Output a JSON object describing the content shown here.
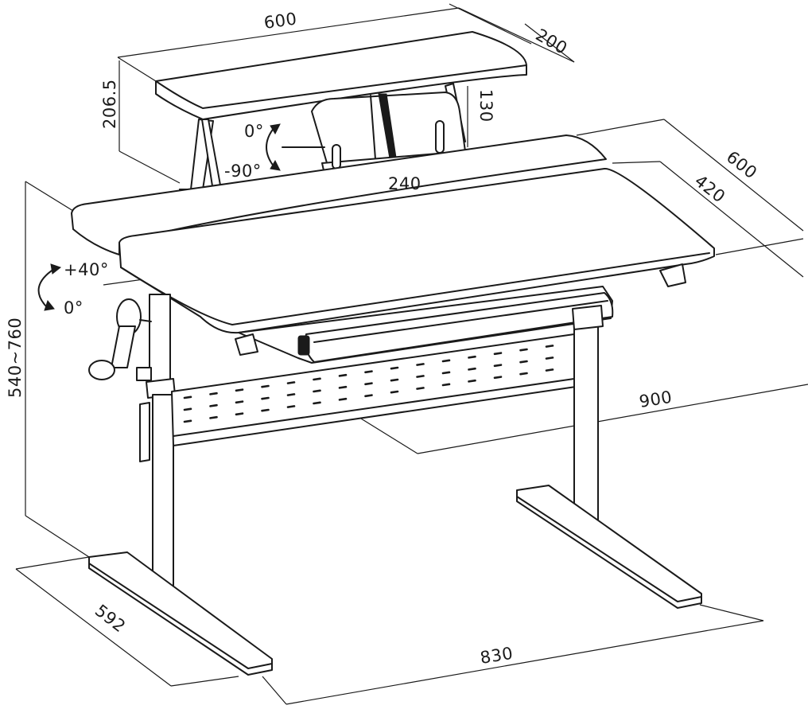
{
  "diagram": {
    "dimensions": {
      "top_shelf_width": "600",
      "top_shelf_depth": "200",
      "top_shelf_height": "206.5",
      "bookstand_height": "130",
      "bookstand_width": "240",
      "desk_depth_total": "600",
      "desk_depth_tilt": "420",
      "desk_width": "900",
      "frame_width": "830",
      "foot_depth": "592",
      "height_range": "540~760"
    },
    "angles": {
      "bookstand_up": "0°",
      "bookstand_down": "-90°",
      "tilt_max": "+40°",
      "tilt_min": "0°"
    }
  }
}
